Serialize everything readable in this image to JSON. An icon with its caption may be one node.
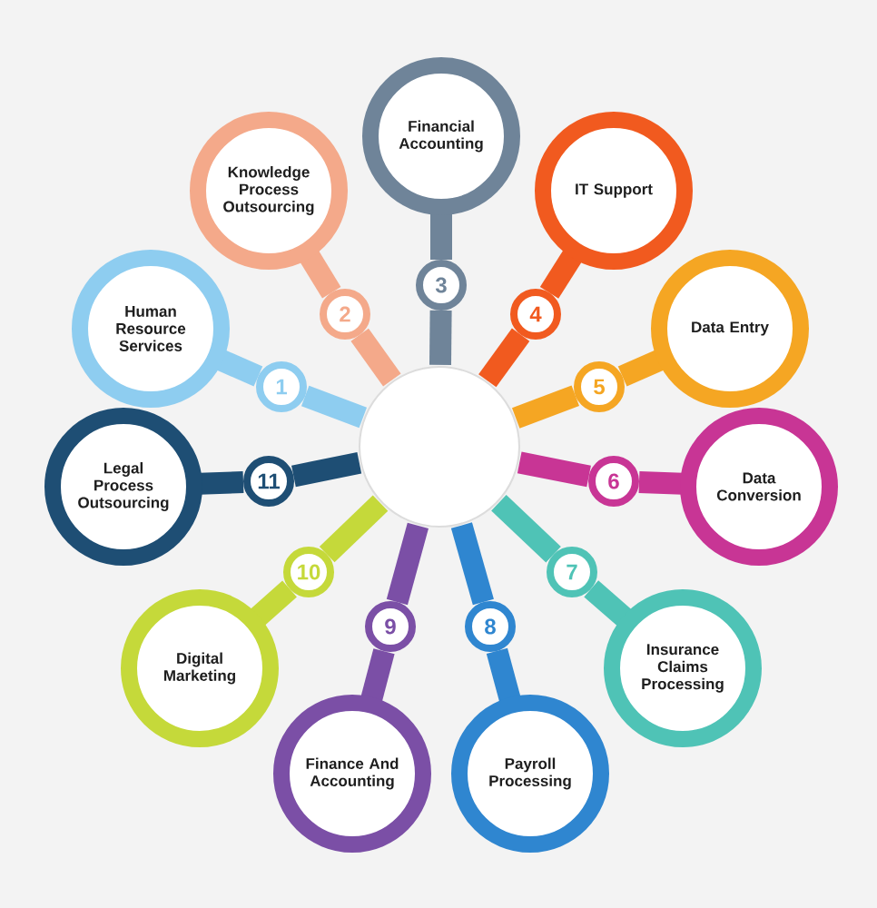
{
  "diagram": {
    "nodes": [
      {
        "text": [],
        "shape": "circle"
      },
      {
        "text": [
          "1"
        ]
      },
      {
        "text": [
          "Human Resource Services"
        ]
      },
      {
        "text": [
          "2"
        ]
      },
      {
        "text": [
          "Knowledge Process Outsourcing"
        ]
      },
      {
        "text": [
          "3"
        ]
      },
      {
        "text": [
          "Financial Accounting"
        ]
      },
      {
        "text": [
          "4"
        ]
      },
      {
        "text": [
          "IT Support"
        ]
      },
      {
        "text": [
          "5"
        ]
      },
      {
        "text": [
          "Data Entry"
        ]
      },
      {
        "text": [
          "6"
        ]
      },
      {
        "text": [
          "Data Conversion"
        ]
      },
      {
        "text": [
          "7"
        ]
      },
      {
        "text": [
          "Insurance Claims Processing"
        ]
      },
      {
        "text": [
          "8"
        ]
      },
      {
        "text": [
          "Payroll Processing"
        ]
      },
      {
        "text": [
          "9"
        ]
      },
      {
        "text": [
          "Finance And Accounting"
        ]
      },
      {
        "text": [
          "10"
        ]
      },
      {
        "text": [
          "Digital Marketing"
        ]
      },
      {
        "text": [
          "11"
        ]
      },
      {
        "text": [
          "Legal Process Outsourcing"
        ]
      }
    ],
    "edges": [
      {
        "from": 0,
        "to": 1,
        "arrow": "none",
        "color": "#8ecdf0"
      },
      {
        "from": 1,
        "to": 2,
        "arrow": "none",
        "color": "#8ecdf0"
      },
      {
        "from": 0,
        "to": 3,
        "arrow": "none",
        "color": "#f4a98a"
      },
      {
        "from": 3,
        "to": 4,
        "arrow": "none",
        "color": "#f4a98a"
      },
      {
        "from": 0,
        "to": 5,
        "arrow": "none",
        "color": "#6f8499"
      },
      {
        "from": 5,
        "to": 6,
        "arrow": "none",
        "color": "#6f8499"
      },
      {
        "from": 0,
        "to": 7,
        "arrow": "none",
        "color": "#f15a1f"
      },
      {
        "from": 7,
        "to": 8,
        "arrow": "none",
        "color": "#f15a1f"
      },
      {
        "from": 0,
        "to": 9,
        "arrow": "none",
        "color": "#f5a623"
      },
      {
        "from": 9,
        "to": 10,
        "arrow": "none",
        "color": "#f5a623"
      },
      {
        "from": 0,
        "to": 11,
        "arrow": "none",
        "color": "#c83595"
      },
      {
        "from": 11,
        "to": 12,
        "arrow": "none",
        "color": "#c83595"
      },
      {
        "from": 0,
        "to": 13,
        "arrow": "none",
        "color": "#4fc3b6"
      },
      {
        "from": 13,
        "to": 14,
        "arrow": "none",
        "color": "#4fc3b6"
      },
      {
        "from": 0,
        "to": 15,
        "arrow": "none",
        "color": "#2f86d0"
      },
      {
        "from": 15,
        "to": 16,
        "arrow": "none",
        "color": "#2f86d0"
      },
      {
        "from": 0,
        "to": 17,
        "arrow": "none",
        "color": "#7b4fa6"
      },
      {
        "from": 17,
        "to": 18,
        "arrow": "none",
        "color": "#7b4fa6"
      },
      {
        "from": 0,
        "to": 19,
        "arrow": "none",
        "color": "#c5d93a"
      },
      {
        "from": 19,
        "to": 20,
        "arrow": "none",
        "color": "#c5d93a"
      },
      {
        "from": 0,
        "to": 21,
        "arrow": "none",
        "color": "#1e4e74"
      },
      {
        "from": 21,
        "to": 22,
        "arrow": "none",
        "color": "#1e4e74"
      }
    ]
  }
}
